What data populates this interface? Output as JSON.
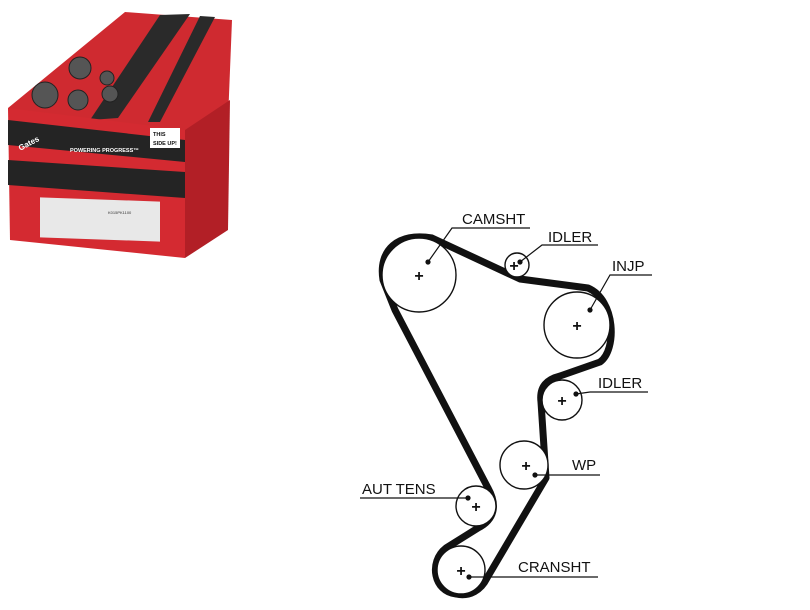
{
  "product_box": {
    "brand": "Gates",
    "slogan": "POWERING PROGRESS™",
    "orientation_line1": "THIS",
    "orientation_line2": "SIDE UP!",
    "part_number": "K015PK1100",
    "colors": {
      "red": "#d8262e",
      "dark": "#2b2b2b"
    }
  },
  "diagram": {
    "labels": {
      "camshaft": "CAMSHT",
      "idler_top": "IDLER",
      "injection_pump": "INJP",
      "idler_mid": "IDLER",
      "water_pump": "WP",
      "auto_tensioner": "AUT TENS",
      "crankshaft": "CRANSHT"
    }
  }
}
